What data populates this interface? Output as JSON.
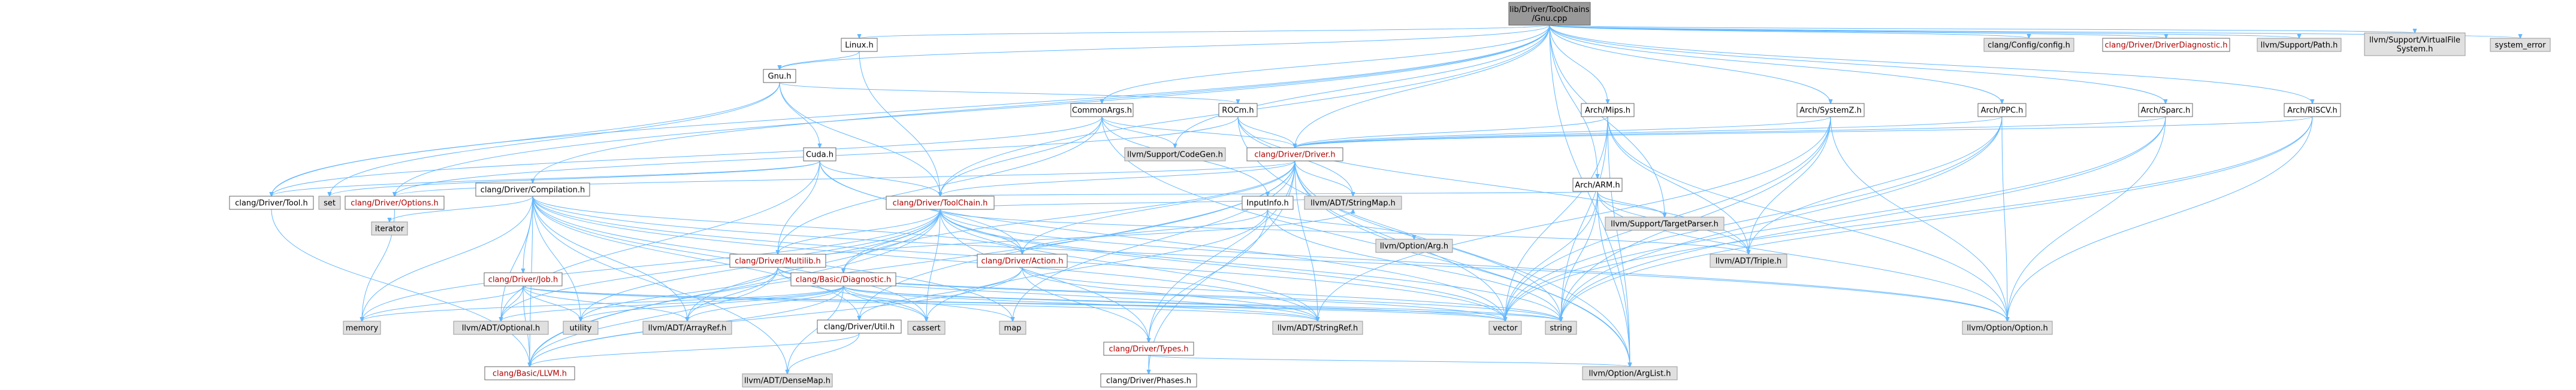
{
  "root": {
    "label_line1": "lib/Driver/ToolChains",
    "label_line2": "/Gnu.cpp"
  },
  "nodes": [
    {
      "id": "root",
      "label": [
        "lib/Driver/ToolChains",
        "/Gnu.cpp"
      ],
      "kind": "root"
    },
    {
      "id": "linux_h",
      "label": [
        "Linux.h"
      ],
      "kind": "link"
    },
    {
      "id": "gnu_h",
      "label": [
        "Gnu.h"
      ],
      "kind": "link"
    },
    {
      "id": "commonargs_h",
      "label": [
        "CommonArgs.h"
      ],
      "kind": "link"
    },
    {
      "id": "rocm_h",
      "label": [
        "ROCm.h"
      ],
      "kind": "link"
    },
    {
      "id": "cuda_h",
      "label": [
        "Cuda.h"
      ],
      "kind": "link"
    },
    {
      "id": "tool_h",
      "label": [
        "clang/Driver/Tool.h"
      ],
      "kind": "link"
    },
    {
      "id": "options_h",
      "label": [
        "clang/Driver/Options.h"
      ],
      "kind": "red"
    },
    {
      "id": "compilation_h",
      "label": [
        "clang/Driver/Compilation.h"
      ],
      "kind": "link"
    },
    {
      "id": "driver_h",
      "label": [
        "clang/Driver/Driver.h"
      ],
      "kind": "red"
    },
    {
      "id": "toolchain_h",
      "label": [
        "clang/Driver/ToolChain.h"
      ],
      "kind": "red"
    },
    {
      "id": "job_h",
      "label": [
        "clang/Driver/Job.h"
      ],
      "kind": "red"
    },
    {
      "id": "multilib_h",
      "label": [
        "clang/Driver/Multilib.h"
      ],
      "kind": "red"
    },
    {
      "id": "diagnostic_h",
      "label": [
        "clang/Basic/Diagnostic.h"
      ],
      "kind": "red"
    },
    {
      "id": "action_h",
      "label": [
        "clang/Driver/Action.h"
      ],
      "kind": "red"
    },
    {
      "id": "inputinfo_h",
      "label": [
        "InputInfo.h"
      ],
      "kind": "link"
    },
    {
      "id": "util_h",
      "label": [
        "clang/Driver/Util.h"
      ],
      "kind": "link"
    },
    {
      "id": "types_h",
      "label": [
        "clang/Driver/Types.h"
      ],
      "kind": "red"
    },
    {
      "id": "phases_h",
      "label": [
        "clang/Driver/Phases.h"
      ],
      "kind": "link"
    },
    {
      "id": "llvm_h",
      "label": [
        "clang/Basic/LLVM.h"
      ],
      "kind": "red"
    },
    {
      "id": "densemap",
      "label": [
        "llvm/ADT/DenseMap.h"
      ],
      "kind": "ext"
    },
    {
      "id": "mips_h",
      "label": [
        "Arch/Mips.h"
      ],
      "kind": "link"
    },
    {
      "id": "systemz_h",
      "label": [
        "Arch/SystemZ.h"
      ],
      "kind": "link"
    },
    {
      "id": "ppc_h",
      "label": [
        "Arch/PPC.h"
      ],
      "kind": "link"
    },
    {
      "id": "sparc_h",
      "label": [
        "Arch/Sparc.h"
      ],
      "kind": "link"
    },
    {
      "id": "riscv_h",
      "label": [
        "Arch/RISCV.h"
      ],
      "kind": "link"
    },
    {
      "id": "arm_h",
      "label": [
        "Arch/ARM.h"
      ],
      "kind": "link"
    },
    {
      "id": "codegen",
      "label": [
        "llvm/Support/CodeGen.h"
      ],
      "kind": "ext"
    },
    {
      "id": "stringmap",
      "label": [
        "llvm/ADT/StringMap.h"
      ],
      "kind": "ext"
    },
    {
      "id": "targetparser",
      "label": [
        "llvm/Support/TargetParser.h"
      ],
      "kind": "ext"
    },
    {
      "id": "triple",
      "label": [
        "llvm/ADT/Triple.h"
      ],
      "kind": "ext"
    },
    {
      "id": "optarg",
      "label": [
        "llvm/Option/Arg.h"
      ],
      "kind": "ext"
    },
    {
      "id": "optoption",
      "label": [
        "llvm/Option/Option.h"
      ],
      "kind": "ext"
    },
    {
      "id": "optarglist",
      "label": [
        "llvm/Option/ArgList.h"
      ],
      "kind": "ext"
    },
    {
      "id": "stringref",
      "label": [
        "llvm/ADT/StringRef.h"
      ],
      "kind": "ext"
    },
    {
      "id": "arrayref",
      "label": [
        "llvm/ADT/ArrayRef.h"
      ],
      "kind": "ext"
    },
    {
      "id": "optional",
      "label": [
        "llvm/ADT/Optional.h"
      ],
      "kind": "ext"
    },
    {
      "id": "set",
      "label": [
        "set"
      ],
      "kind": "ext"
    },
    {
      "id": "iterator",
      "label": [
        "iterator"
      ],
      "kind": "ext"
    },
    {
      "id": "memory",
      "label": [
        "memory"
      ],
      "kind": "ext"
    },
    {
      "id": "utility",
      "label": [
        "utility"
      ],
      "kind": "ext"
    },
    {
      "id": "cassert",
      "label": [
        "cassert"
      ],
      "kind": "ext"
    },
    {
      "id": "map",
      "label": [
        "map"
      ],
      "kind": "ext"
    },
    {
      "id": "vector",
      "label": [
        "vector"
      ],
      "kind": "ext"
    },
    {
      "id": "string",
      "label": [
        "string"
      ],
      "kind": "ext"
    },
    {
      "id": "config_h",
      "label": [
        "clang/Config/config.h"
      ],
      "kind": "ext"
    },
    {
      "id": "driverdiag_h",
      "label": [
        "clang/Driver/DriverDiagnostic.h"
      ],
      "kind": "red"
    },
    {
      "id": "path_h",
      "label": [
        "llvm/Support/Path.h"
      ],
      "kind": "ext"
    },
    {
      "id": "vfs_h",
      "label": [
        "llvm/Support/VirtualFile",
        "System.h"
      ],
      "kind": "ext"
    },
    {
      "id": "system_error",
      "label": [
        "system_error"
      ],
      "kind": "ext"
    }
  ],
  "colors": {
    "edge": "#63b8ff",
    "root_fill": "#999999",
    "ext_fill": "#e0e0e0",
    "red_text": "#b00000"
  }
}
